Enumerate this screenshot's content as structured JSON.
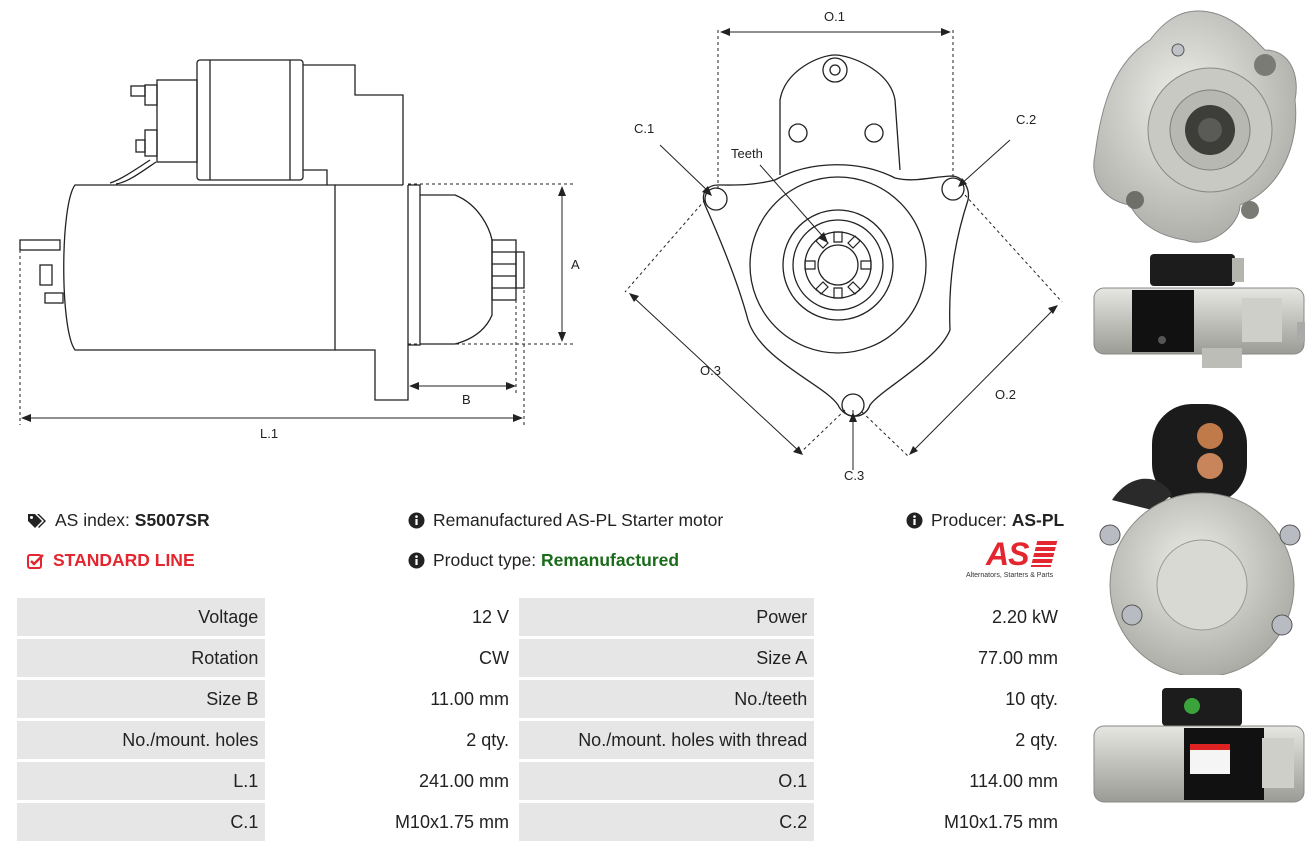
{
  "diagram": {
    "side_labels": {
      "a": "A",
      "b": "B",
      "l1": "L.1"
    },
    "front_labels": {
      "o1": "O.1",
      "o2": "O.2",
      "o3": "O.3",
      "c1": "C.1",
      "c2": "C.2",
      "c3": "C.3",
      "teeth": "Teeth"
    }
  },
  "info": {
    "as_index_label": "AS index:",
    "as_index_value": "S5007SR",
    "line": "STANDARD LINE",
    "description": "Remanufactured AS-PL Starter motor",
    "product_type_label": "Product type:",
    "product_type_value": "Remanufactured",
    "producer_label": "Producer:",
    "producer_value": "AS-PL",
    "logo_text": "AS",
    "logo_tagline": "Alternators, Starters & Parts",
    "colors": {
      "red": "#e3262f",
      "green": "#1a6b1a"
    }
  },
  "specs": [
    [
      {
        "k": "Voltage",
        "v": "12 V"
      },
      {
        "k": "Power",
        "v": "2.20 kW"
      }
    ],
    [
      {
        "k": "Rotation",
        "v": "CW"
      },
      {
        "k": "Size A",
        "v": "77.00 mm"
      }
    ],
    [
      {
        "k": "Size B",
        "v": "11.00 mm"
      },
      {
        "k": "No./teeth",
        "v": "10 qty."
      }
    ],
    [
      {
        "k": "No./mount. holes",
        "v": "2 qty."
      },
      {
        "k": "No./mount. holes with thread",
        "v": "2 qty."
      }
    ],
    [
      {
        "k": "L.1",
        "v": "241.00 mm"
      },
      {
        "k": "O.1",
        "v": "114.00 mm"
      }
    ],
    [
      {
        "k": "C.1",
        "v": "M10x1.75 mm"
      },
      {
        "k": "C.2",
        "v": "M10x1.75 mm"
      }
    ]
  ]
}
